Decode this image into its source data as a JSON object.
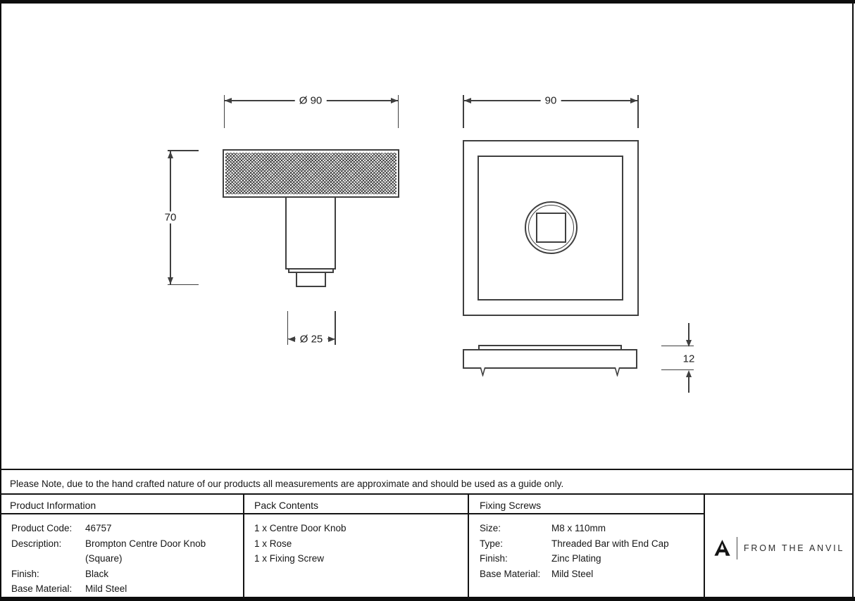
{
  "page": {
    "background": "#ffffff",
    "line_color": "#3f3f3f",
    "border_color": "#0d0d0d"
  },
  "dimensions": {
    "knob_diameter": "Ø 90",
    "knob_height": "70",
    "stem_diameter": "Ø 25",
    "rose_width": "90",
    "rose_thickness": "12"
  },
  "note": "Please Note, due to the hand crafted nature of our products all measurements are approximate and should be used as a guide only.",
  "table": {
    "product_information": {
      "header": "Product Information",
      "rows": [
        {
          "label": "Product Code:",
          "value": "46757"
        },
        {
          "label": "Description:",
          "value": "Brompton Centre Door Knob"
        },
        {
          "label": "",
          "value": "(Square)"
        },
        {
          "label": "Finish:",
          "value": "Black"
        },
        {
          "label": "Base Material:",
          "value": "Mild Steel"
        }
      ]
    },
    "pack_contents": {
      "header": "Pack Contents",
      "items": [
        "1 x Centre Door Knob",
        "1 x Rose",
        "1 x Fixing Screw"
      ]
    },
    "fixing_screws": {
      "header": "Fixing Screws",
      "rows": [
        {
          "label": "Size:",
          "value": "M8 x 110mm"
        },
        {
          "label": "Type:",
          "value": "Threaded Bar with End Cap"
        },
        {
          "label": "Finish:",
          "value": "Zinc Plating"
        },
        {
          "label": "Base Material:",
          "value": "Mild Steel"
        }
      ]
    }
  },
  "brand": {
    "name": "FROM THE ANVIL"
  }
}
